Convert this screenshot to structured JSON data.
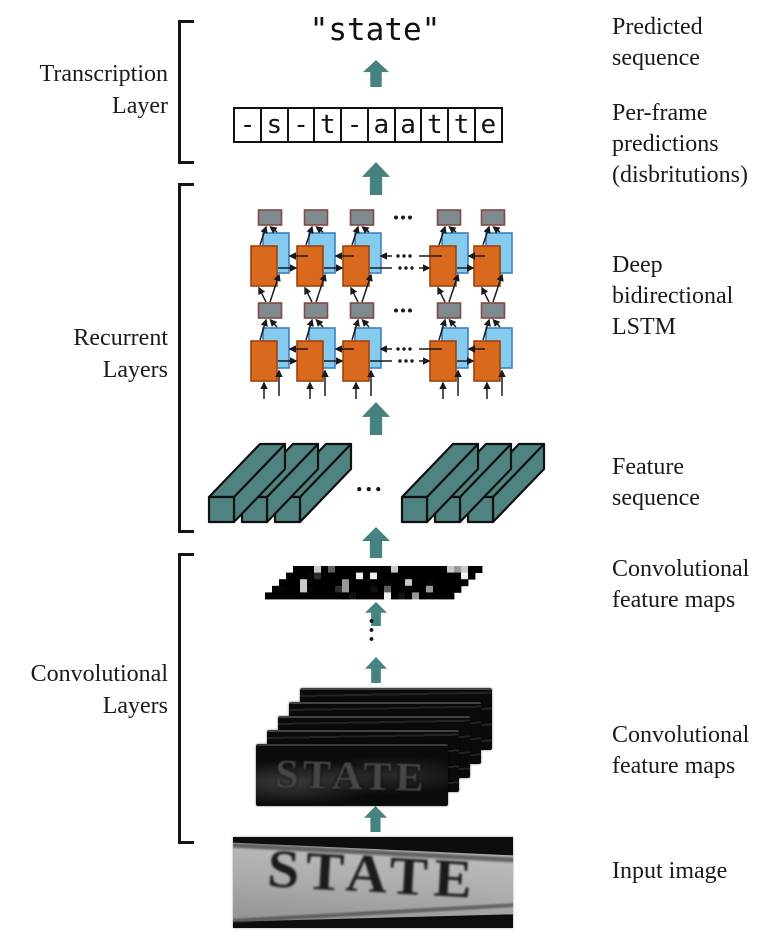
{
  "predicted_sequence": "\"state\"",
  "per_frame_cells": [
    "-",
    "s",
    "-",
    "t",
    "-",
    "a",
    "a",
    "t",
    "t",
    "e"
  ],
  "left_labels": {
    "transcription": [
      "Transcription",
      "Layer"
    ],
    "recurrent": [
      "Recurrent",
      "Layers"
    ],
    "convolutional": [
      "Convolutional",
      "Layers"
    ]
  },
  "right_labels": {
    "predicted": [
      "Predicted",
      "sequence"
    ],
    "per_frame": [
      "Per-frame",
      "predictions",
      "(disbritutions)"
    ],
    "lstm": [
      "Deep",
      "bidirectional",
      "LSTM"
    ],
    "feature_seq": [
      "Feature",
      "sequence"
    ],
    "conv_maps_upper": [
      "Convolutional",
      "feature maps"
    ],
    "conv_maps_lower": [
      "Convolutional",
      "feature maps"
    ],
    "input_image": [
      "Input image"
    ]
  },
  "ellipsis": "...",
  "feature_map_text": "STATE",
  "input_image_text": "STATE",
  "colors": {
    "teal": "#46827f",
    "orange": "#d9691c",
    "orange_border": "#9c4210",
    "blue": "#84cbee",
    "blue_border": "#3e7fc1",
    "gray": "#7f8a8d",
    "gray_border": "#814a43",
    "bars": "#4e8381"
  }
}
